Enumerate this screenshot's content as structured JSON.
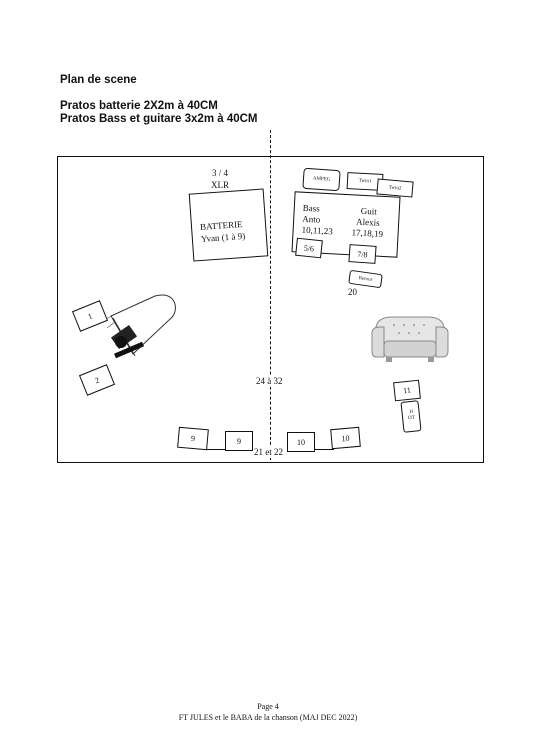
{
  "header": {
    "title": "Plan de scene",
    "line1": "Pratos batterie 2X2m à 40CM",
    "line2": "Pratos Bass et guitare 3x2m à 40CM"
  },
  "stage": {
    "xlr_num": "3 / 4",
    "xlr_label": "XLR",
    "drums_name": "BATTERIE",
    "drums_player": "Yvan (1 à 9)",
    "ampeg": "AMPEG",
    "twin1": "Twin1",
    "twin2": "Twin2",
    "bass_label": "Bass",
    "bass_player": "Anto",
    "bass_channels": "10,11,23",
    "guit_label": "Guit",
    "guit_player": "Alexis",
    "guit_channels": "17,18,19",
    "box_56": "5/6",
    "box_78": "7/8",
    "retour": "Retour",
    "num_20": "20",
    "piano_1": "1",
    "piano_2": "2",
    "center_channels": "24 à 32",
    "box_11": "11",
    "box_hot_1": "H",
    "box_hot_2": "OT",
    "wedge_9a": "9",
    "wedge_9b": "9",
    "wedge_10a": "10",
    "wedge_10b": "10",
    "bottom_channels": "21 et 22"
  },
  "footer": {
    "page": "Page 4",
    "doc": "FT JULES et le BABA de la chanson (MAJ DEC 2022)"
  }
}
